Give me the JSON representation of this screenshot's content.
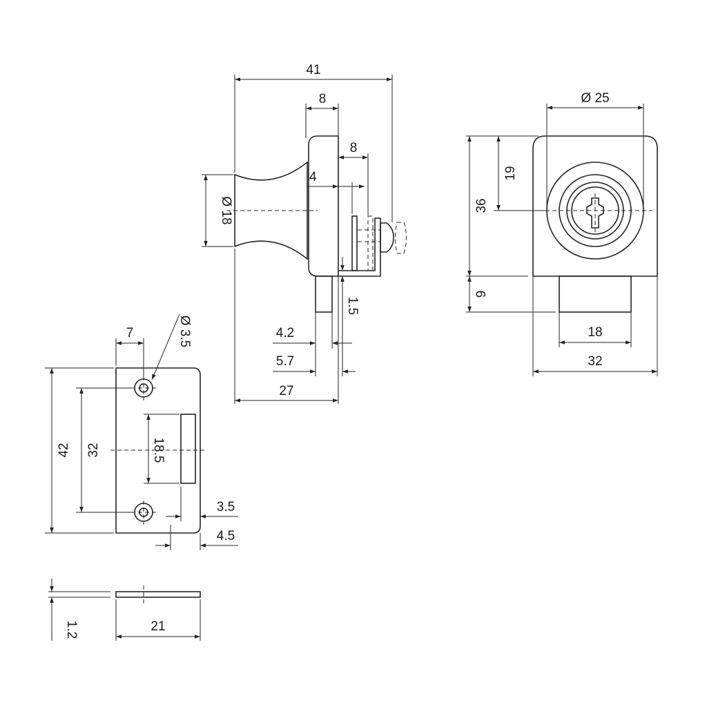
{
  "side_view": {
    "overall_length": "41",
    "flange_width": "8",
    "bracket_offset": "8",
    "catch_depth": "4",
    "knob_diameter": "Ø 18",
    "gap": "1.5",
    "dim_a": "4.2",
    "dim_b": "5.7",
    "body_length": "27"
  },
  "front_view": {
    "cylinder_diameter": "Ø 25",
    "center_height": "19",
    "body_height": "36",
    "stem_height": "9",
    "stem_width": "18",
    "body_width": "32"
  },
  "strike_plate": {
    "hole_offset": "7",
    "hole_diameter": "Ø 3.5",
    "plate_height": "42",
    "hole_spacing": "32",
    "slot_height": "18.5",
    "slot_offset": "3.5",
    "slot_edge": "4.5",
    "thickness": "1.2",
    "plate_width": "21"
  }
}
